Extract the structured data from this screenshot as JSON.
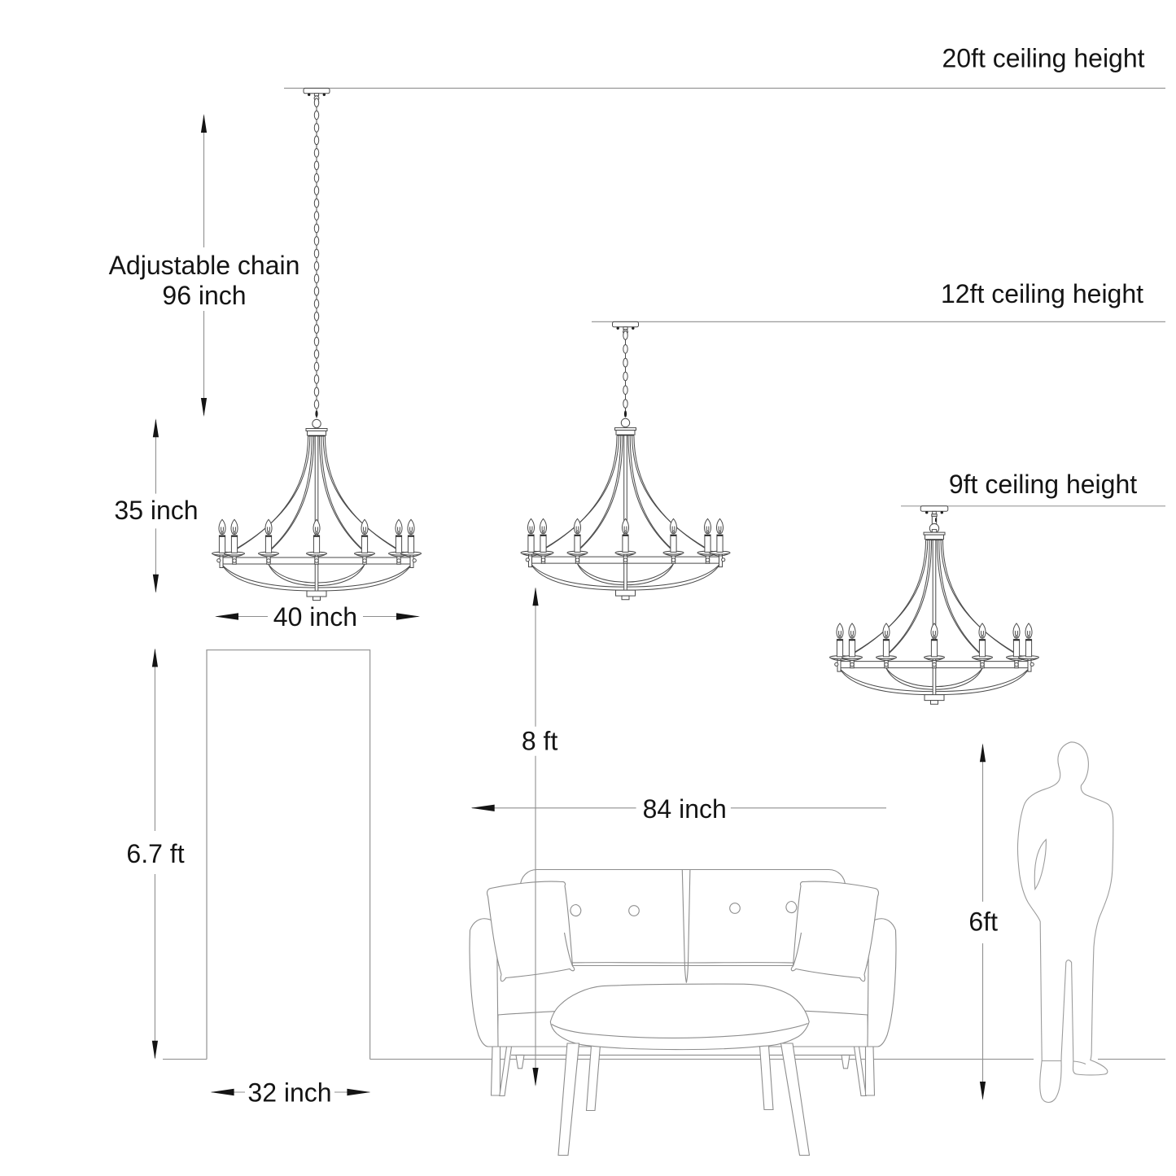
{
  "title": "Chandelier mounting-height and size diagram",
  "colors": {
    "background": "#ffffff",
    "ceiling_floor_line": "#9a9a9a",
    "dimension_line": "#8f8f8f",
    "text": "#141414",
    "chandelier_line": "#4a4a4a",
    "furniture_line": "#8d8d8d",
    "person_line": "#9c9c9c"
  },
  "ceilings": [
    {
      "label": "20ft ceiling height"
    },
    {
      "label": "12ft ceiling height"
    },
    {
      "label": "9ft ceiling height"
    }
  ],
  "dimensions": {
    "chain_line1": "Adjustable chain",
    "chain_line2": "96 inch",
    "fixture_height": "35 inch",
    "fixture_width": "40 inch",
    "door_height": "6.7 ft",
    "door_width": "32 inch",
    "fixture_to_floor": "8 ft",
    "sofa_width": "84 inch",
    "person_height": "6ft"
  },
  "objects": {
    "chandeliers": 3,
    "candles_per_chandelier": 7,
    "door": "door opening",
    "sofa": "two-seat sofa with two pillows",
    "coffee_table": "oval coffee table",
    "person": "standing person silhouette"
  }
}
